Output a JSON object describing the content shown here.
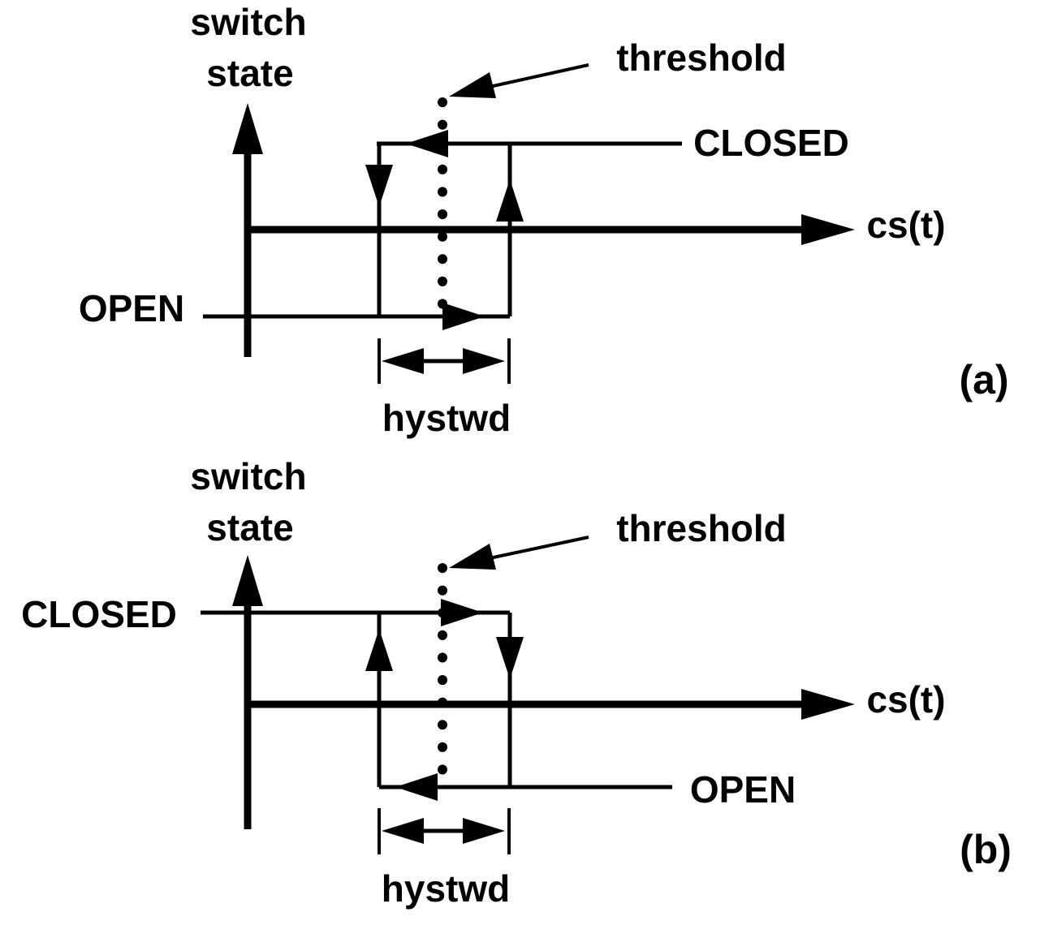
{
  "figure": {
    "title": "switch hysteresis diagrams",
    "colors": {
      "ink": "#000000",
      "background": "#ffffff"
    },
    "panels": [
      {
        "id": "a",
        "caption": "(a)",
        "y_axis_label_line1": "switch",
        "y_axis_label_line2": "state",
        "x_axis_label": "cs(t)",
        "threshold_label": "threshold",
        "upper_level_label": "CLOSED",
        "lower_level_label": "OPEN",
        "hysteresis_width_label": "hystwd"
      },
      {
        "id": "b",
        "caption": "(b)",
        "y_axis_label_line1": "switch",
        "y_axis_label_line2": "state",
        "x_axis_label": "cs(t)",
        "threshold_label": "threshold",
        "upper_level_label": "CLOSED",
        "lower_level_label": "OPEN",
        "hysteresis_width_label": "hystwd"
      }
    ]
  }
}
